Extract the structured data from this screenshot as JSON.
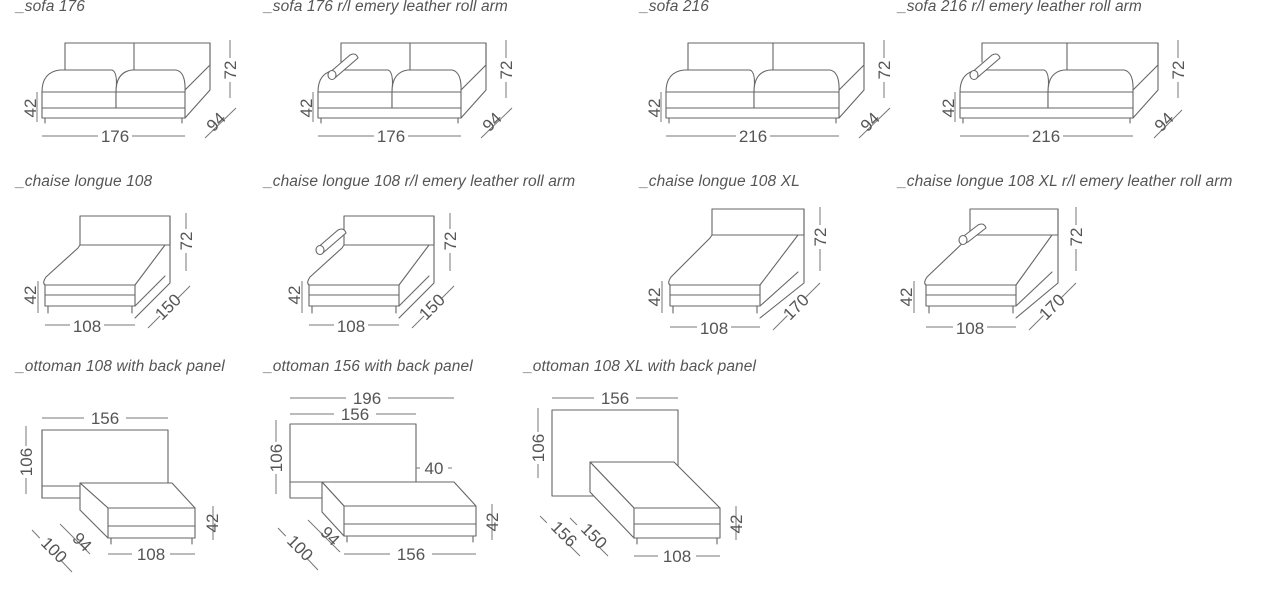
{
  "items": [
    {
      "title": "_sofa 176",
      "width": "176",
      "height": "72",
      "seat_height": "42",
      "depth": "94"
    },
    {
      "title": "_sofa 176 r/l emery leather roll arm",
      "width": "176",
      "height": "72",
      "seat_height": "42",
      "depth": "94"
    },
    {
      "title": "_sofa 216",
      "width": "216",
      "height": "72",
      "seat_height": "42",
      "depth": "94"
    },
    {
      "title": "_sofa 216 r/l emery leather roll arm",
      "width": "216",
      "height": "72",
      "seat_height": "42",
      "depth": "94"
    },
    {
      "title": "_chaise longue 108",
      "width": "108",
      "height": "72",
      "seat_height": "42",
      "depth": "150"
    },
    {
      "title": "_chaise longue 108 r/l emery leather roll arm",
      "width": "108",
      "height": "72",
      "seat_height": "42",
      "depth": "150"
    },
    {
      "title": "_chaise longue 108 XL",
      "width": "108",
      "height": "72",
      "seat_height": "42",
      "depth": "170"
    },
    {
      "title": "_chaise longue 108 XL r/l emery leather roll arm",
      "width": "108",
      "height": "72",
      "seat_height": "42",
      "depth": "170"
    },
    {
      "title": "_ottoman 108 with back panel",
      "panel_width": "156",
      "panel_height": "106",
      "seat_width": "108",
      "seat_height": "42",
      "depth_a": "94",
      "depth_b": "100"
    },
    {
      "title": "_ottoman 156 with back panel",
      "total_width": "196",
      "panel_width": "156",
      "panel_height": "106",
      "panel_offset": "40",
      "seat_width": "156",
      "seat_height": "42",
      "depth_a": "94",
      "depth_b": "100"
    },
    {
      "title": "_ottoman 108 XL with back panel",
      "panel_width": "156",
      "panel_height": "106",
      "seat_width": "108",
      "seat_height": "42",
      "depth_a": "150",
      "depth_b": "156"
    }
  ]
}
